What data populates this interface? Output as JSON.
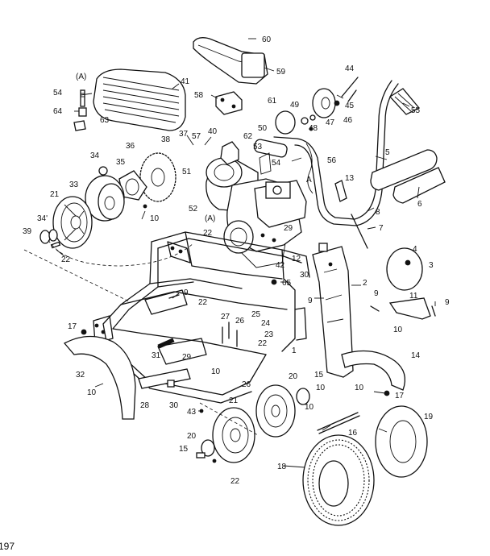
{
  "diagram": {
    "page_fragment": "197",
    "callouts": [
      {
        "id": "c60",
        "text": "60"
      },
      {
        "id": "c59",
        "text": "59"
      },
      {
        "id": "c41",
        "text": "41"
      },
      {
        "id": "c58",
        "text": "58"
      },
      {
        "id": "c61",
        "text": "61"
      },
      {
        "id": "c44",
        "text": "44"
      },
      {
        "id": "c45",
        "text": "45"
      },
      {
        "id": "c55",
        "text": "55"
      },
      {
        "id": "c49",
        "text": "49"
      },
      {
        "id": "c46",
        "text": "46"
      },
      {
        "id": "c47",
        "text": "47"
      },
      {
        "id": "c48",
        "text": "48"
      },
      {
        "id": "cA1",
        "text": "(A)"
      },
      {
        "id": "c54a",
        "text": "54"
      },
      {
        "id": "c64",
        "text": "64"
      },
      {
        "id": "c63",
        "text": "63"
      },
      {
        "id": "c50",
        "text": "50"
      },
      {
        "id": "c62",
        "text": "62"
      },
      {
        "id": "c53",
        "text": "53"
      },
      {
        "id": "c40",
        "text": "40"
      },
      {
        "id": "c37",
        "text": "37"
      },
      {
        "id": "c57",
        "text": "57"
      },
      {
        "id": "c38",
        "text": "38"
      },
      {
        "id": "c36",
        "text": "36"
      },
      {
        "id": "c34a",
        "text": "34"
      },
      {
        "id": "c35",
        "text": "35"
      },
      {
        "id": "c54b",
        "text": "54"
      },
      {
        "id": "c56",
        "text": "56"
      },
      {
        "id": "c5",
        "text": "5"
      },
      {
        "id": "c51",
        "text": "51"
      },
      {
        "id": "c13",
        "text": "13"
      },
      {
        "id": "c33",
        "text": "33"
      },
      {
        "id": "cA2",
        "text": "A"
      },
      {
        "id": "c21a",
        "text": "21"
      },
      {
        "id": "c52",
        "text": "52"
      },
      {
        "id": "cA3",
        "text": "(A)"
      },
      {
        "id": "c6",
        "text": "6"
      },
      {
        "id": "c8",
        "text": "8"
      },
      {
        "id": "c10a",
        "text": "10"
      },
      {
        "id": "c34b",
        "text": "34'"
      },
      {
        "id": "c22a",
        "text": "22"
      },
      {
        "id": "c7",
        "text": "7"
      },
      {
        "id": "c39",
        "text": "39"
      },
      {
        "id": "c29a",
        "text": "29"
      },
      {
        "id": "c22b",
        "text": "22"
      },
      {
        "id": "c42",
        "text": "42"
      },
      {
        "id": "c12",
        "text": "12"
      },
      {
        "id": "c4",
        "text": "4"
      },
      {
        "id": "c3",
        "text": "3"
      },
      {
        "id": "c30a",
        "text": "30"
      },
      {
        "id": "c65",
        "text": "65"
      },
      {
        "id": "c2",
        "text": "2"
      },
      {
        "id": "c9a",
        "text": "9"
      },
      {
        "id": "c11",
        "text": "11"
      },
      {
        "id": "c9b",
        "text": "9"
      },
      {
        "id": "c9c",
        "text": "9"
      },
      {
        "id": "c9d",
        "text": "9"
      },
      {
        "id": "c22c",
        "text": "22"
      },
      {
        "id": "c25",
        "text": "25"
      },
      {
        "id": "c27",
        "text": "27"
      },
      {
        "id": "c26a",
        "text": "26"
      },
      {
        "id": "c24",
        "text": "24"
      },
      {
        "id": "c23",
        "text": "23"
      },
      {
        "id": "c10b",
        "text": "10"
      },
      {
        "id": "c17a",
        "text": "17"
      },
      {
        "id": "c22d",
        "text": "22"
      },
      {
        "id": "c1",
        "text": "1"
      },
      {
        "id": "c31",
        "text": "31"
      },
      {
        "id": "c29b",
        "text": "29"
      },
      {
        "id": "c14",
        "text": "14"
      },
      {
        "id": "c32",
        "text": "32"
      },
      {
        "id": "c10c",
        "text": "10"
      },
      {
        "id": "c26b",
        "text": "26"
      },
      {
        "id": "c20a",
        "text": "20"
      },
      {
        "id": "c15a",
        "text": "15"
      },
      {
        "id": "c10d",
        "text": "10"
      },
      {
        "id": "c17b",
        "text": "17"
      },
      {
        "id": "c10e",
        "text": "10"
      },
      {
        "id": "c10f",
        "text": "10"
      },
      {
        "id": "c28",
        "text": "28"
      },
      {
        "id": "c30b",
        "text": "30"
      },
      {
        "id": "c21b",
        "text": "21"
      },
      {
        "id": "c10g",
        "text": "10"
      },
      {
        "id": "c19",
        "text": "19"
      },
      {
        "id": "c43",
        "text": "43"
      },
      {
        "id": "c16",
        "text": "16"
      },
      {
        "id": "c20b",
        "text": "20"
      },
      {
        "id": "c15b",
        "text": "15"
      },
      {
        "id": "c18",
        "text": "18"
      },
      {
        "id": "c22e",
        "text": "22"
      }
    ]
  }
}
